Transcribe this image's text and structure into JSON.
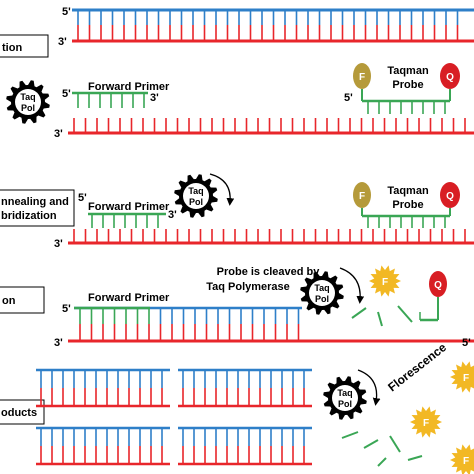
{
  "diagram": {
    "step_labels": [
      "tion",
      "nnealing and",
      "bridization",
      "on",
      "oducts"
    ],
    "end_5": "5'",
    "end_3": "3'",
    "forward_primer": "Forward Primer",
    "taq_line1": "Taq",
    "taq_line2": "Pol",
    "taqman_line1": "Taqman",
    "taqman_line2": "Probe",
    "cleaved_line1": "Probe is cleaved by",
    "cleaved_line2": "Taq Polymerase",
    "fluor_F": "F",
    "fluor_Q": "Q",
    "florescence": "Florescence",
    "colors": {
      "red": "#e8262b",
      "blue": "#2e7fc8",
      "green": "#3aa655",
      "olive": "#b59a3a",
      "quencher": "#d81e24",
      "burst": "#f2b824",
      "black": "#000000"
    }
  }
}
